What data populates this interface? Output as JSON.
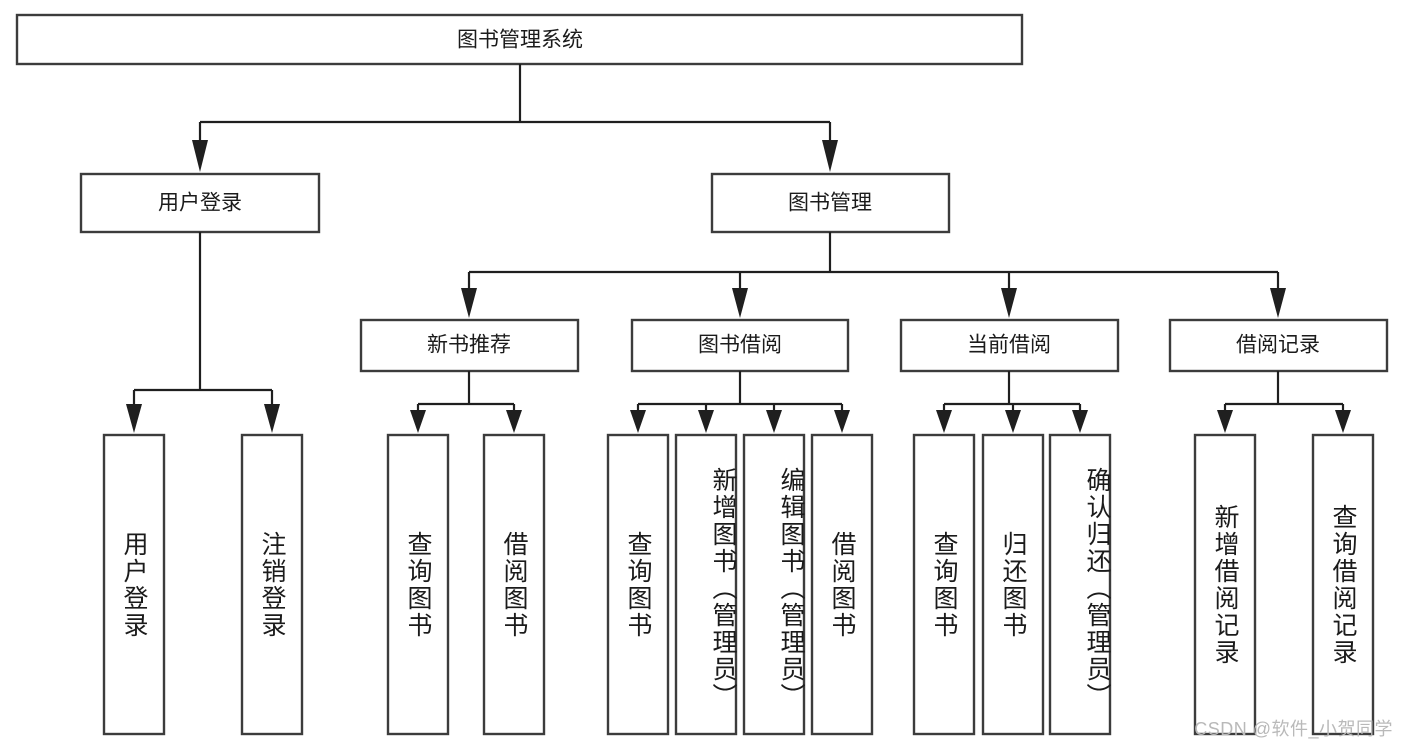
{
  "diagram": {
    "type": "tree",
    "title": "图书管理系统",
    "root": {
      "label": "图书管理系统"
    },
    "level2": [
      {
        "label": "用户登录"
      },
      {
        "label": "图书管理"
      }
    ],
    "level3": [
      {
        "label": "新书推荐"
      },
      {
        "label": "图书借阅"
      },
      {
        "label": "当前借阅"
      },
      {
        "label": "借阅记录"
      }
    ],
    "leaves": {
      "user_login": [
        {
          "label": "用户登录"
        },
        {
          "label": "注销登录"
        }
      ],
      "new_book_recommend": [
        {
          "label": "查询图书"
        },
        {
          "label": "借阅图书"
        }
      ],
      "book_borrow": [
        {
          "label": "查询图书"
        },
        {
          "label": "新增图书（管理员）"
        },
        {
          "label": "编辑图书（管理员）"
        },
        {
          "label": "借阅图书"
        }
      ],
      "current_borrow": [
        {
          "label": "查询图书"
        },
        {
          "label": "归还图书"
        },
        {
          "label": "确认归还（管理员）"
        }
      ],
      "borrow_record": [
        {
          "label": "新增借阅记录"
        },
        {
          "label": "查询借阅记录"
        }
      ]
    }
  },
  "watermark": {
    "text": "CSDN @软件_小贺同学"
  },
  "colors": {
    "box_stroke": "#3c3c3c",
    "connector": "#1f1f1f",
    "background": "#ffffff",
    "text": "#1b1b1b",
    "watermark": "#b9b9b9"
  }
}
